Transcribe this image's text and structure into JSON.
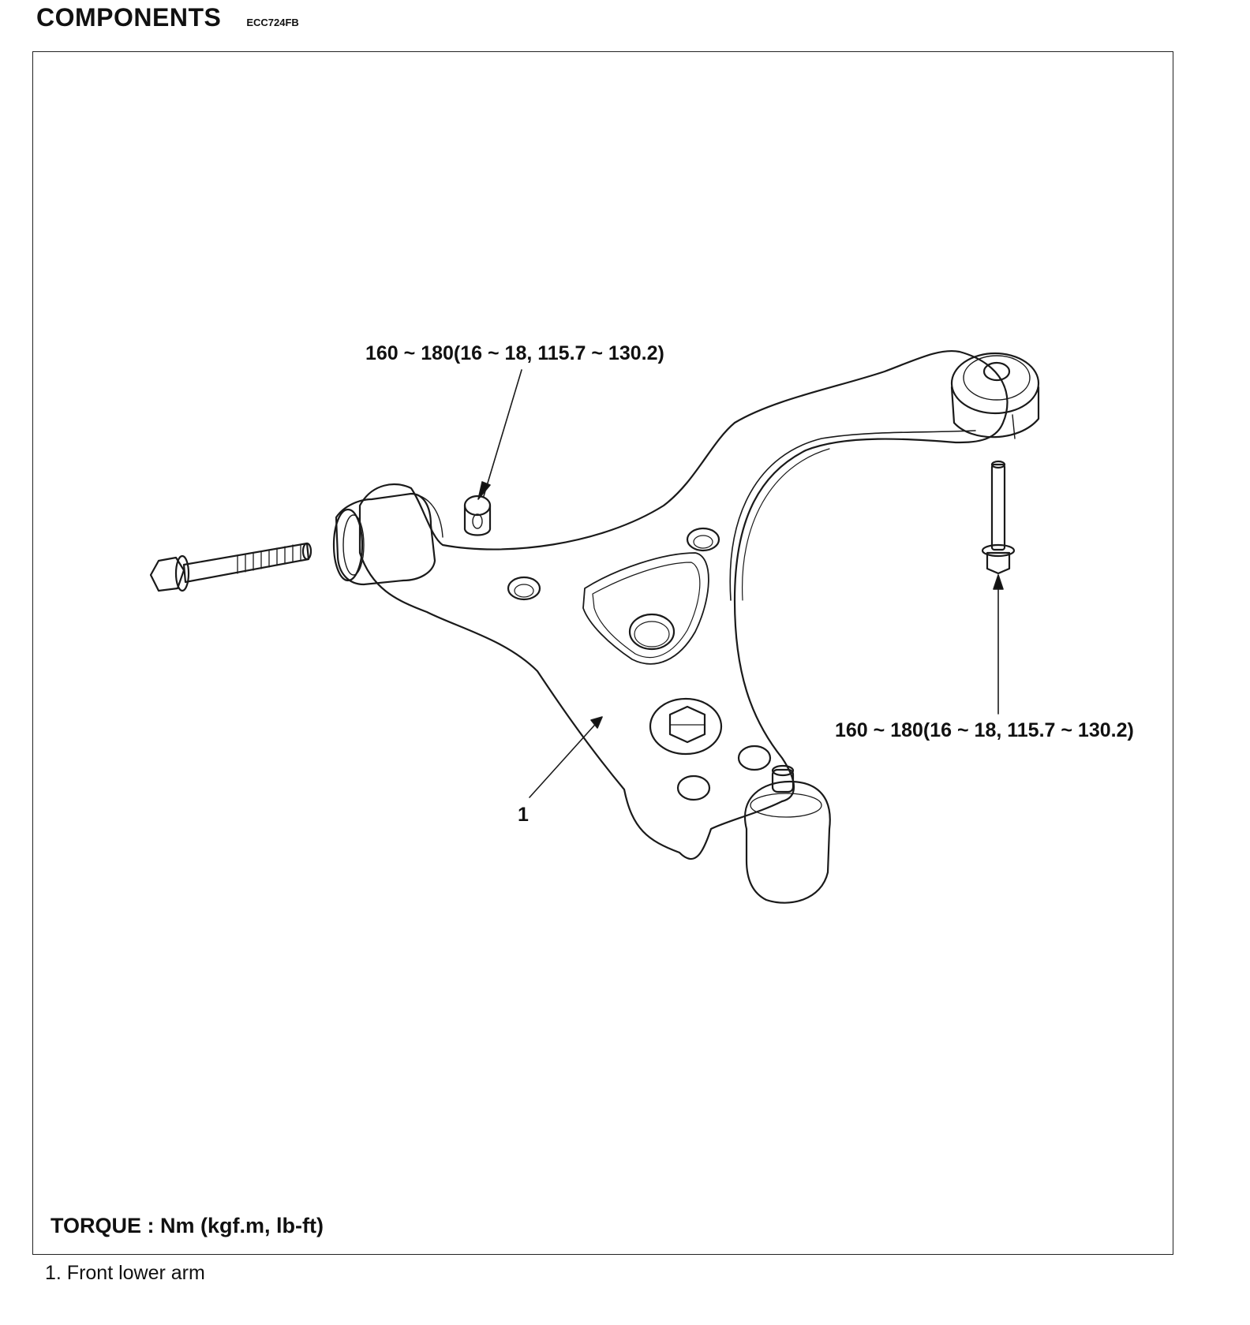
{
  "header": {
    "title": "COMPONENTS",
    "code": "ECC724FB"
  },
  "diagram": {
    "callouts": {
      "nut_torque": "160 ~ 180(16 ~ 18, 115.7 ~ 130.2)",
      "bolt_torque": "160 ~ 180(16 ~ 18, 115.7 ~ 130.2)",
      "part_number": "1"
    },
    "torque_label": "TORQUE : Nm (kgf.m, lb-ft)"
  },
  "legend": {
    "items": [
      "1. Front lower arm"
    ]
  }
}
